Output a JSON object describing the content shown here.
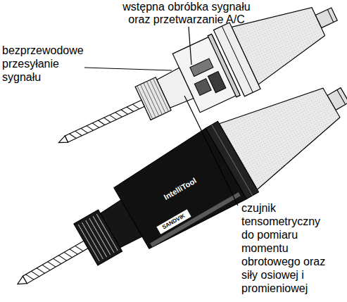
{
  "diagram": {
    "labels": [
      "wstępna obróbka sygnału oraz przetwarzanie A/C",
      "bezprzewodowe przesyłanie sygnału",
      "czujnik tensometryczny do pomiaru momentu obrotowego oraz siły osiowej i promieniowej",
      "IntelliTool",
      "SANDVIK"
    ]
  }
}
